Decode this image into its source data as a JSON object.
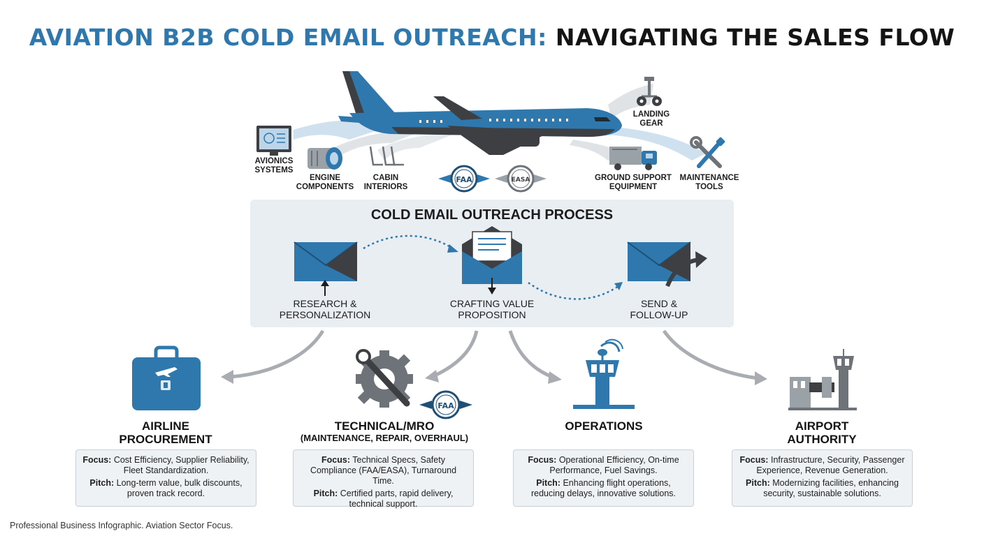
{
  "title": {
    "part1": "AVIATION B2B COLD EMAIL OUTREACH:",
    "part2": "NAVIGATING THE SALES FLOW"
  },
  "components": [
    {
      "label": "AVIONICS\nSYSTEMS",
      "icon": "monitor-icon"
    },
    {
      "label": "ENGINE\nCOMPONENTS",
      "icon": "engine-icon"
    },
    {
      "label": "CABIN\nINTERIORS",
      "icon": "seats-icon"
    },
    {
      "label": "LANDING\nGEAR",
      "icon": "landing-gear-icon"
    },
    {
      "label": "GROUND SUPPORT\nEQUIPMENT",
      "icon": "truck-icon"
    },
    {
      "label": "MAINTENANCE\nTOOLS",
      "icon": "tools-icon"
    }
  ],
  "badges": {
    "faa": "FAA",
    "easa": "EASA"
  },
  "process": {
    "title": "COLD EMAIL OUTREACH PROCESS",
    "steps": [
      {
        "label": "RESEARCH &\nPERSONALIZATION",
        "icon": "envelope-icon"
      },
      {
        "label": "CRAFTING VALUE\nPROPOSITION",
        "icon": "open-envelope-icon"
      },
      {
        "label": "SEND &\nFOLLOW-UP",
        "icon": "envelope-send-icon"
      }
    ]
  },
  "segments": [
    {
      "title": "AIRLINE\nPROCUREMENT",
      "subtitle": "",
      "icon": "briefcase-icon",
      "focus_label": "Focus:",
      "focus": "Cost Efficiency, Supplier Reliability, Fleet Standardization.",
      "pitch_label": "Pitch:",
      "pitch": "Long-term value, bulk discounts, proven track record."
    },
    {
      "title": "TECHNICAL/MRO",
      "subtitle": "(MAINTENANCE, REPAIR, OVERHAUL)",
      "icon": "gear-wrench-icon",
      "focus_label": "Focus:",
      "focus": "Technical Specs, Safety Compliance (FAA/EASA), Turnaround Time.",
      "pitch_label": "Pitch:",
      "pitch": "Certified parts, rapid delivery, technical support."
    },
    {
      "title": "OPERATIONS",
      "subtitle": "",
      "icon": "control-tower-icon",
      "focus_label": "Focus:",
      "focus": "Operational Efficiency, On-time Performance, Fuel Savings.",
      "pitch_label": "Pitch:",
      "pitch": "Enhancing flight operations, reducing delays, innovative solutions."
    },
    {
      "title": "AIRPORT\nAUTHORITY",
      "subtitle": "",
      "icon": "airport-icon",
      "focus_label": "Focus:",
      "focus": "Infrastructure, Security, Passenger Experience, Revenue Generation.",
      "pitch_label": "Pitch:",
      "pitch": "Modernizing facilities, enhancing security, sustainable solutions."
    }
  ],
  "colors": {
    "blue": "#2f78ad",
    "dark": "#3d3f42",
    "arrow": "#a9adb1",
    "panel": "#e9eef2"
  },
  "footer": "Professional Business Infographic. Aviation Sector Focus."
}
